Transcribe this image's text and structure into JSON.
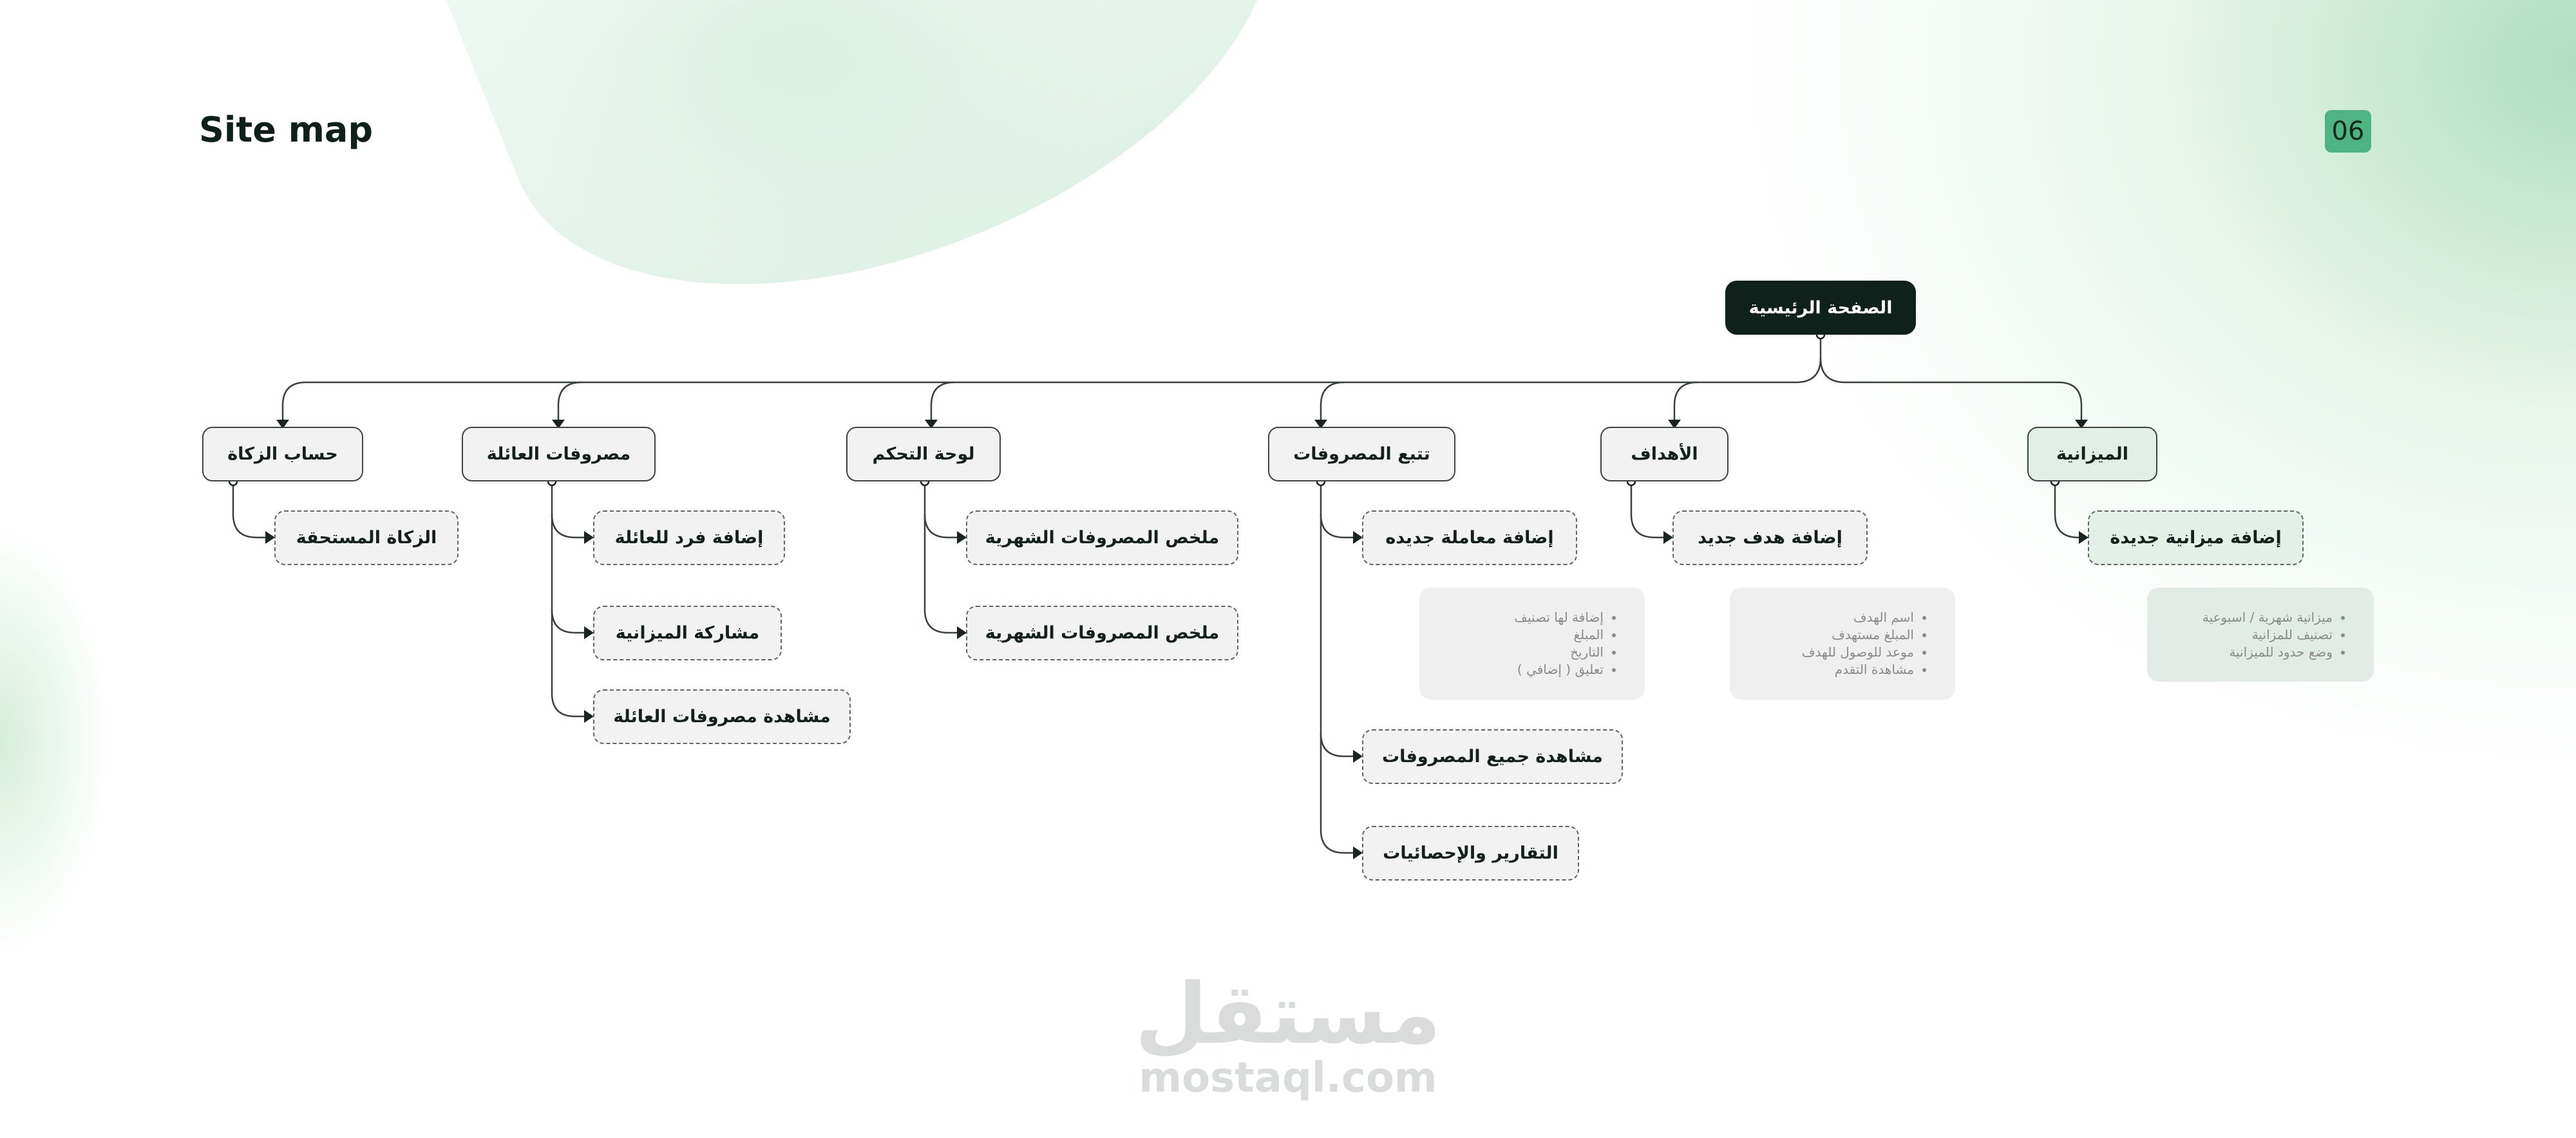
{
  "header": {
    "title": "Site map",
    "page_number": "06"
  },
  "colors": {
    "accent": "#4fb483",
    "root_bg": "#0e211b",
    "node_bg": "#f2f2f2"
  },
  "root": {
    "label": "الصفحة الرئيسية"
  },
  "sections": [
    {
      "label": "الميزانية",
      "children": [
        "إضافة ميزانية جديدة"
      ],
      "notes": [
        "ميزانية شهرية / اسبوعية",
        "تصنيف للمزانية",
        "وضع حدود للميزانية"
      ]
    },
    {
      "label": "الأهداف",
      "children": [
        "إضافة هدف جديد"
      ],
      "notes": [
        "اسم الهدف",
        "المبلغ مستهدف",
        "موعد للوصول للهدف",
        "مشاهدة التقدم"
      ]
    },
    {
      "label": "تتبع المصروفات",
      "children": [
        "إضافة معاملة جديده",
        "مشاهدة جميع المصروفات",
        "التقارير والإحصائيات"
      ],
      "notes": [
        "إضافة لها تصنيف",
        "المبلغ",
        "التاريخ",
        "تعليق ( إضافي )"
      ]
    },
    {
      "label": "لوحة التحكم",
      "children": [
        "ملخص المصروفات الشهرية",
        "ملخص المصروفات الشهرية"
      ]
    },
    {
      "label": "مصروفات العائلة",
      "children": [
        "إضافة فرد للعائلة",
        "مشاركة الميزانية",
        "مشاهدة مصروفات العائلة"
      ]
    },
    {
      "label": "حساب الزكاة",
      "children": [
        "الزكاة المستحقة"
      ]
    }
  ],
  "watermark": {
    "arabic": "مستقل",
    "latin": "mostaql.com"
  }
}
